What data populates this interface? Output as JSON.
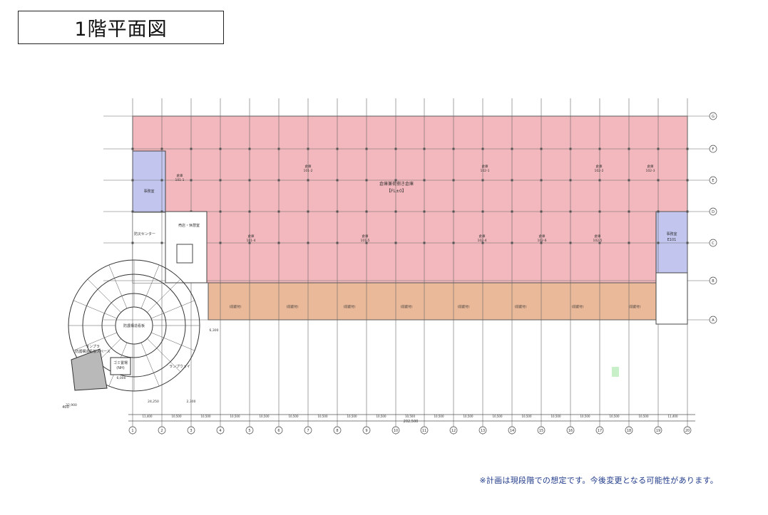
{
  "title": "1階平面図",
  "footnote": "※計画は現段階での想定です。今後変更となる可能性があります。",
  "colors": {
    "warehouse_pink": "#f2b8bd",
    "office_blue": "#c2c6ef",
    "berth_orange": "#e9b99a",
    "marker_green": "#c8f0c8"
  },
  "rooms": {
    "warehouse_center": "倉庫兼荷捌き倉庫",
    "floor_level": "【FL±0】",
    "office_left": "事務室",
    "office_right": "事務室",
    "office_right_id": "E101",
    "lobby": "売店・休憩室",
    "disaster_center": "防災センター",
    "ramp_label": "ランプウェイ",
    "ramp_space": "ランプラ",
    "ramp_space_sub": "防護構造看板スペース",
    "garbage": "ゴミ置場",
    "garbage_sub": "(NH)",
    "berth_note": "(前庭付)",
    "central_room": "防護構造看板"
  },
  "warehouse_cells": [
    {
      "name": "倉庫",
      "id": "101-1"
    },
    {
      "name": "倉庫",
      "id": "101-2"
    },
    {
      "name": "倉庫",
      "id": "102-1"
    },
    {
      "name": "倉庫",
      "id": "102-2"
    },
    {
      "name": "倉庫",
      "id": "102-3"
    },
    {
      "name": "倉庫",
      "id": "101-4"
    },
    {
      "name": "倉庫",
      "id": "101-5"
    },
    {
      "name": "倉庫",
      "id": "102-4"
    },
    {
      "name": "倉庫",
      "id": "102-5"
    },
    {
      "name": "倉庫",
      "id": "102-6"
    }
  ],
  "grid": {
    "column_labels": [
      "1",
      "2",
      "3",
      "4",
      "5",
      "6",
      "7",
      "8",
      "9",
      "10",
      "11",
      "12",
      "13",
      "14",
      "15",
      "16",
      "17",
      "18",
      "19",
      "20"
    ],
    "row_labels": [
      "G",
      "F",
      "E",
      "D",
      "C",
      "B",
      "A"
    ],
    "span_labels": [
      "11,400",
      "10,500",
      "10,500",
      "10,500",
      "10,500",
      "10,500",
      "10,500",
      "10,500",
      "10,500",
      "10,500",
      "10,500",
      "10,500",
      "10,500",
      "10,500",
      "10,500",
      "10,500",
      "10,500",
      "10,500",
      "11,400"
    ],
    "total_length": "202,500",
    "edge_label": "400",
    "ramp_dims": [
      "24,250",
      "2,300",
      "32,900",
      "6,300",
      "6,000"
    ]
  }
}
